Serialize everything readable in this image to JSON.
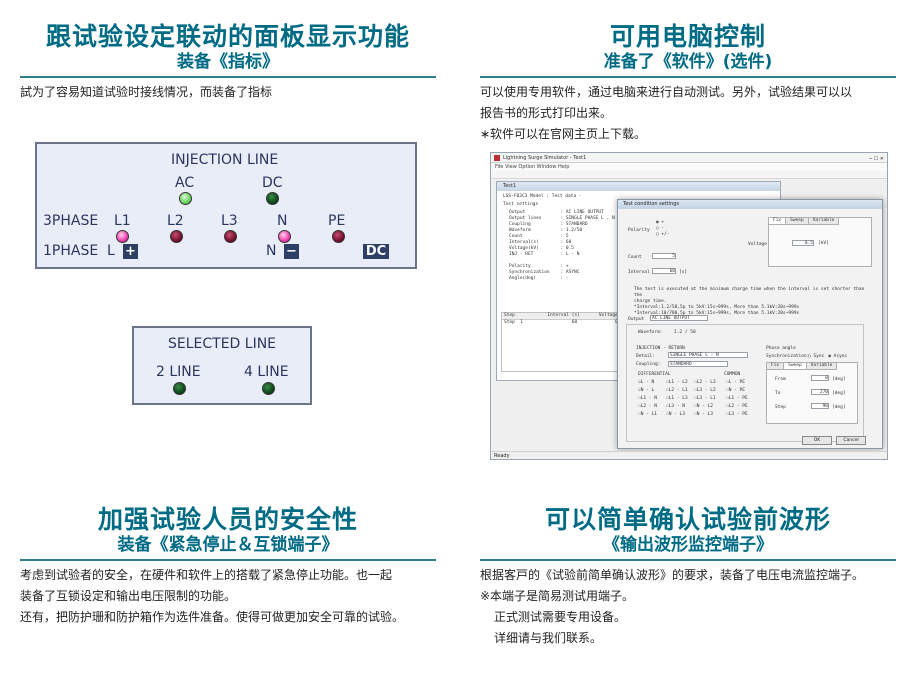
{
  "sec1": {
    "title": "跟试验设定联动的面板显示功能",
    "subtitle": "装备《指标》",
    "body": "試为了容易知道试验时接线情况，而装备了指标"
  },
  "panel1": {
    "title": "INJECTION LINE",
    "ac": "AC",
    "dc": "DC",
    "row1_label": "3PHASE",
    "l1": "L1",
    "l2": "L2",
    "l3": "L3",
    "n": "N",
    "pe": "PE",
    "row2_label": "1PHASE",
    "l": "L",
    "plus": "+",
    "n2": "N",
    "minus": "−",
    "dc_badge": "DC"
  },
  "panel2": {
    "title": "SELECTED LINE",
    "line2": "2 LINE",
    "line4": "4 LINE"
  },
  "sec2": {
    "title": "可用电脑控制",
    "subtitle": "准备了《软件》(选件)",
    "body1": "可以使用专用软件，通过电脑来进行自动测试。另外，试验结果可以以",
    "body2": "报告书的形式打印出来。",
    "body3": "∗软件可以在官网主页上下载。"
  },
  "software": {
    "app_title": "Lightning Surge Simulator - Test1",
    "menu": "File   View   Option   Window   Help",
    "test_window_title": "Test1",
    "model_line": "LSS-F03C3      Model : Test data -",
    "settings_label": "Test settings",
    "settings_lines": [
      "Output             : AC LINE OUTPUT",
      "Output lines       : SINGLE PHASE L , N",
      "Coupling           : STANDARD",
      "Waveform           : 1.2/50",
      "Count              : 5",
      "Interval(s)        : 60",
      "Voltage(kV)        : 0.5",
      "INJ - RET          : L - N",
      "",
      "Polarity           : +",
      "Synchronization    : ASYNC",
      "Angle(deg)         : -"
    ],
    "table_header": "Step            Interval (s)       Voltage (kV)",
    "table_row": "Step  1                  60              0.5",
    "dialog_title": "Test condition settings",
    "polarity_label": "Polarity",
    "pol_options": [
      "+",
      "-",
      "+/-"
    ],
    "tabs": [
      "Fix",
      "Sweep",
      "Variable"
    ],
    "voltage_label": "Voltage",
    "voltage_value": "0.5",
    "voltage_unit": "[kV]",
    "count_label": "Count",
    "count_value": "5",
    "interval_label": "Interval",
    "interval_value": "60",
    "interval_unit": "[s]",
    "note1": "The test is executed at the minimum charge time when the interval is set shorter than the",
    "note2": "charge time.",
    "note3": "*Interval:1.2/50,5p to 5kV:15s~999s, More than 5.1kV:20s~999s",
    "note4": "*Interval:10/700,5p to 5kV:15s~999s, More than 5.1kV:20s~999s",
    "output_label": "Output",
    "output_value": "AC LINE OUTPUT",
    "waveform_label": "Waveform:",
    "waveform_value": "1.2 / 50",
    "injection_label": "INJECTION - RETURN",
    "detail_label": "Detail:",
    "detail_value": "SINGLE PHASE L - N",
    "coupling_label": "Coupling:",
    "coupling_value": "STANDARD",
    "diff_label": "DIFFERENTIAL",
    "common_label": "COMMON",
    "diff_rows": [
      [
        "L - N",
        "L1 - L2",
        "L2 - L3",
        "L - PE"
      ],
      [
        "N - L",
        "L2 - L1",
        "L3 - L2",
        "N - PE"
      ],
      [
        "L1 - N",
        "L1 - L3",
        "L3 - L1",
        "L1 - PE"
      ],
      [
        "L2 - N",
        "L3 - N",
        "N - L2",
        "L2 - PE"
      ],
      [
        "N - L1",
        "N - L3",
        "N - L3",
        "L3 - PE"
      ]
    ],
    "phase_label": "Phase angle",
    "sync_label": "Synchronization:",
    "sync_options": [
      "Sync",
      "Async"
    ],
    "from_label": "From",
    "from_value": "0",
    "to_label": "To",
    "to_value": "270",
    "step_label": "Step",
    "step_value": "90",
    "deg_unit": "[deg]",
    "ok": "OK",
    "cancel": "Cancel",
    "status": "Ready"
  },
  "sec3": {
    "title": "加强试验人员的安全性",
    "subtitle": "装备《紧急停止＆互锁端子》",
    "body1": "考虑到试验者的安全，在硬件和软件上的搭载了紧急停止功能。也一起",
    "body2": "装备了互锁设定和输出电压限制的功能。",
    "body3": "还有，把防护珊和防护箱作为选件准备。使得可做更加安全可靠的试验。"
  },
  "sec4": {
    "title": "可以简单确认试验前波形",
    "subtitle": "《输出波形监控端子》",
    "body1": "根据客戸的《试验前简单确认波形》的要求，装备了电压电流监控端子。",
    "body2": "※本端子是简易测试用端子。",
    "body3": "正式测试需要专用设备。",
    "body4": "详细请与我们联系。"
  }
}
